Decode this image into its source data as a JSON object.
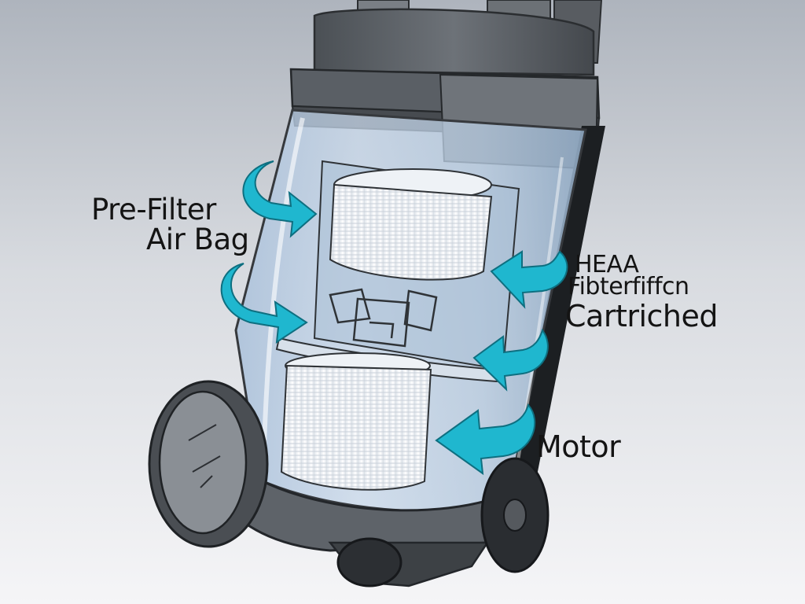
{
  "labels": {
    "pre_filter_line1": "Pre-Filter",
    "pre_filter_line2": "Air Bag",
    "hepa_line1": "HEAA",
    "hepa_line2": "Fibterfiffcn",
    "hepa_line3": "Cartriched",
    "motor": "Motor"
  },
  "colors": {
    "airflow_arrow": "#1fb7cf",
    "body_dark": "#5d6268",
    "canister_glass": "#b9cde2",
    "filter_white": "#f4f6f8",
    "label_text": "#141414"
  }
}
